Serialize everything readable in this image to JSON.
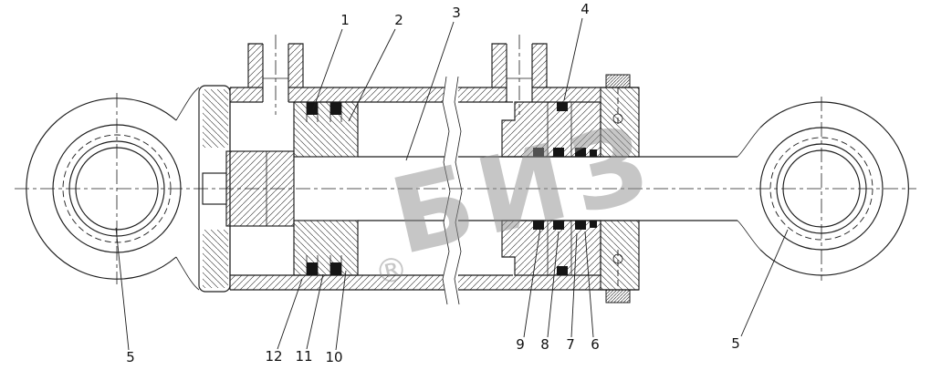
{
  "watermark": {
    "text": "БИЗ",
    "registered": "®"
  },
  "callouts": {
    "c1": "1",
    "c2": "2",
    "c3": "3",
    "c4": "4",
    "c5_left": "5",
    "c5_right": "5",
    "c6": "6",
    "c7": "7",
    "c8": "8",
    "c9": "9",
    "c10": "10",
    "c11": "11",
    "c12": "12"
  }
}
